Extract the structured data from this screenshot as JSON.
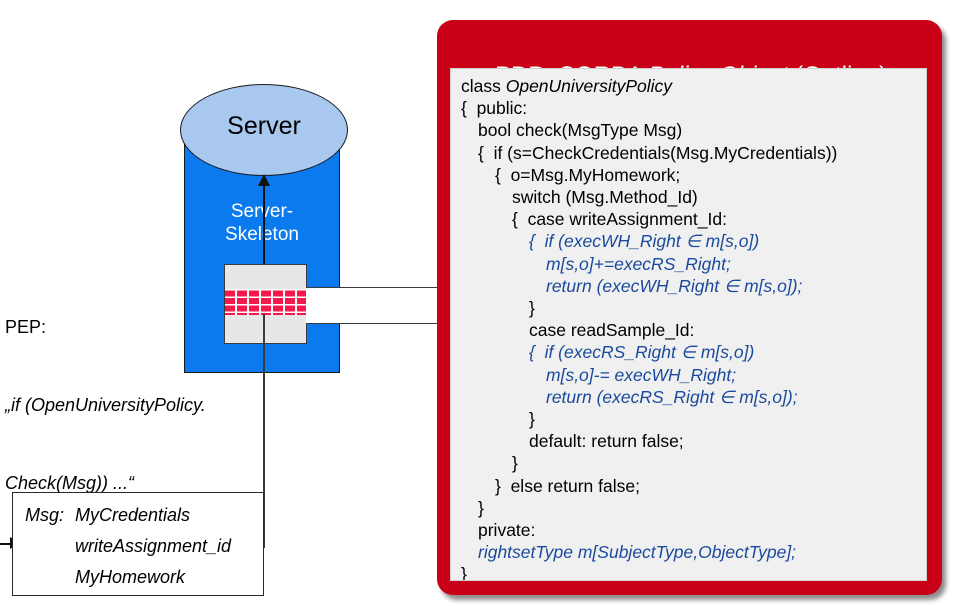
{
  "diagram": {
    "pep": {
      "label": "PEP:",
      "code_line_1": "„if (OpenUniversityPolicy.",
      "code_line_2": "Check(Msg)) ...“"
    },
    "server": {
      "title": "Server",
      "skeleton_label": "Server-\nSkeleton",
      "body_color": "#0b7aee",
      "top_color": "#a8c8ef"
    },
    "firewall": {
      "icon_name": "brick-wall-firewall",
      "brick_color": "#f4194c",
      "box_color": "#e7e7e7"
    },
    "msg_box": {
      "label": "Msg:",
      "fields": [
        "MyCredentials",
        "writeAssignment_id",
        "MyHomework"
      ]
    }
  },
  "pdp": {
    "title_prefix": "PDP: CORBA ",
    "title_italic": "Policy Object",
    "title_suffix": " (Outline)",
    "panel_color": "#c90017",
    "code_bg": "#f0f0f0",
    "code_blue": "#1a4a9c",
    "code_lines": [
      {
        "indent": 0,
        "text": "class ",
        "italic_tail": "OpenUniversityPolicy",
        "blue": false
      },
      {
        "indent": 0,
        "text": "{  public:",
        "blue": false
      },
      {
        "indent": 1,
        "text": "bool check(MsgType Msg)",
        "blue": false
      },
      {
        "indent": 1,
        "text": "{  if (s=CheckCredentials(Msg.MyCredentials))",
        "blue": false
      },
      {
        "indent": 2,
        "text": "{  o=Msg.MyHomework;",
        "blue": false
      },
      {
        "indent": 3,
        "text": "switch (Msg.Method_Id)",
        "blue": false
      },
      {
        "indent": 3,
        "text": "{  case writeAssignment_Id:",
        "blue": false
      },
      {
        "indent": 4,
        "text": "{  if (execWH_Right ∈ m[s,o])",
        "blue": true
      },
      {
        "indent": 5,
        "text": "m[s,o]+=execRS_Right;",
        "blue": true
      },
      {
        "indent": 5,
        "text": "return (execWH_Right ∈ m[s,o]);",
        "blue": true
      },
      {
        "indent": 4,
        "text": "}",
        "blue": false
      },
      {
        "indent": 4,
        "text": "case readSample_Id:",
        "blue": false
      },
      {
        "indent": 4,
        "text": "{  if (execRS_Right ∈ m[s,o])",
        "blue": true
      },
      {
        "indent": 5,
        "text": "m[s,o]-= execWH_Right;",
        "blue": true
      },
      {
        "indent": 5,
        "text": "return (execRS_Right ∈ m[s,o]);",
        "blue": true
      },
      {
        "indent": 4,
        "text": "}",
        "blue": false
      },
      {
        "indent": 4,
        "text": "default: return false;",
        "blue": false
      },
      {
        "indent": 3,
        "text": "}",
        "blue": false
      },
      {
        "indent": 2,
        "text": "}  else return false;",
        "blue": false
      },
      {
        "indent": 1,
        "text": "}",
        "blue": false
      },
      {
        "indent": 1,
        "text": "private:",
        "blue": false
      },
      {
        "indent": 1,
        "text": "rightsetType m[SubjectType,ObjectType];",
        "blue": true
      },
      {
        "indent": 0,
        "text": "}",
        "blue": false
      }
    ]
  }
}
